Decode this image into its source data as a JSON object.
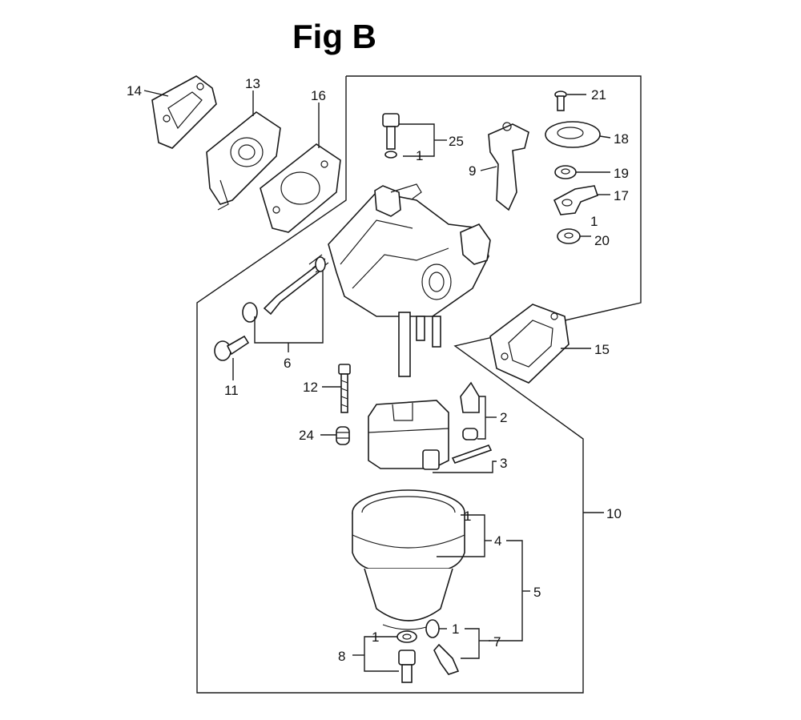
{
  "figure": {
    "title": "Fig B"
  },
  "callouts": {
    "c1_a": "1",
    "c1_b": "1",
    "c1_c": "1",
    "c1_d": "1",
    "c1_e": "1",
    "c2": "2",
    "c3": "3",
    "c4": "4",
    "c5": "5",
    "c6": "6",
    "c7": "7",
    "c8": "8",
    "c9": "9",
    "c10": "10",
    "c11": "11",
    "c12": "12",
    "c13": "13",
    "c14": "14",
    "c15": "15",
    "c16": "16",
    "c17": "17",
    "c18": "18",
    "c19": "19",
    "c20": "20",
    "c21": "21",
    "c24": "24",
    "c25": "25"
  },
  "colors": {
    "ink": "#1a1a1a",
    "paper": "#ffffff"
  }
}
